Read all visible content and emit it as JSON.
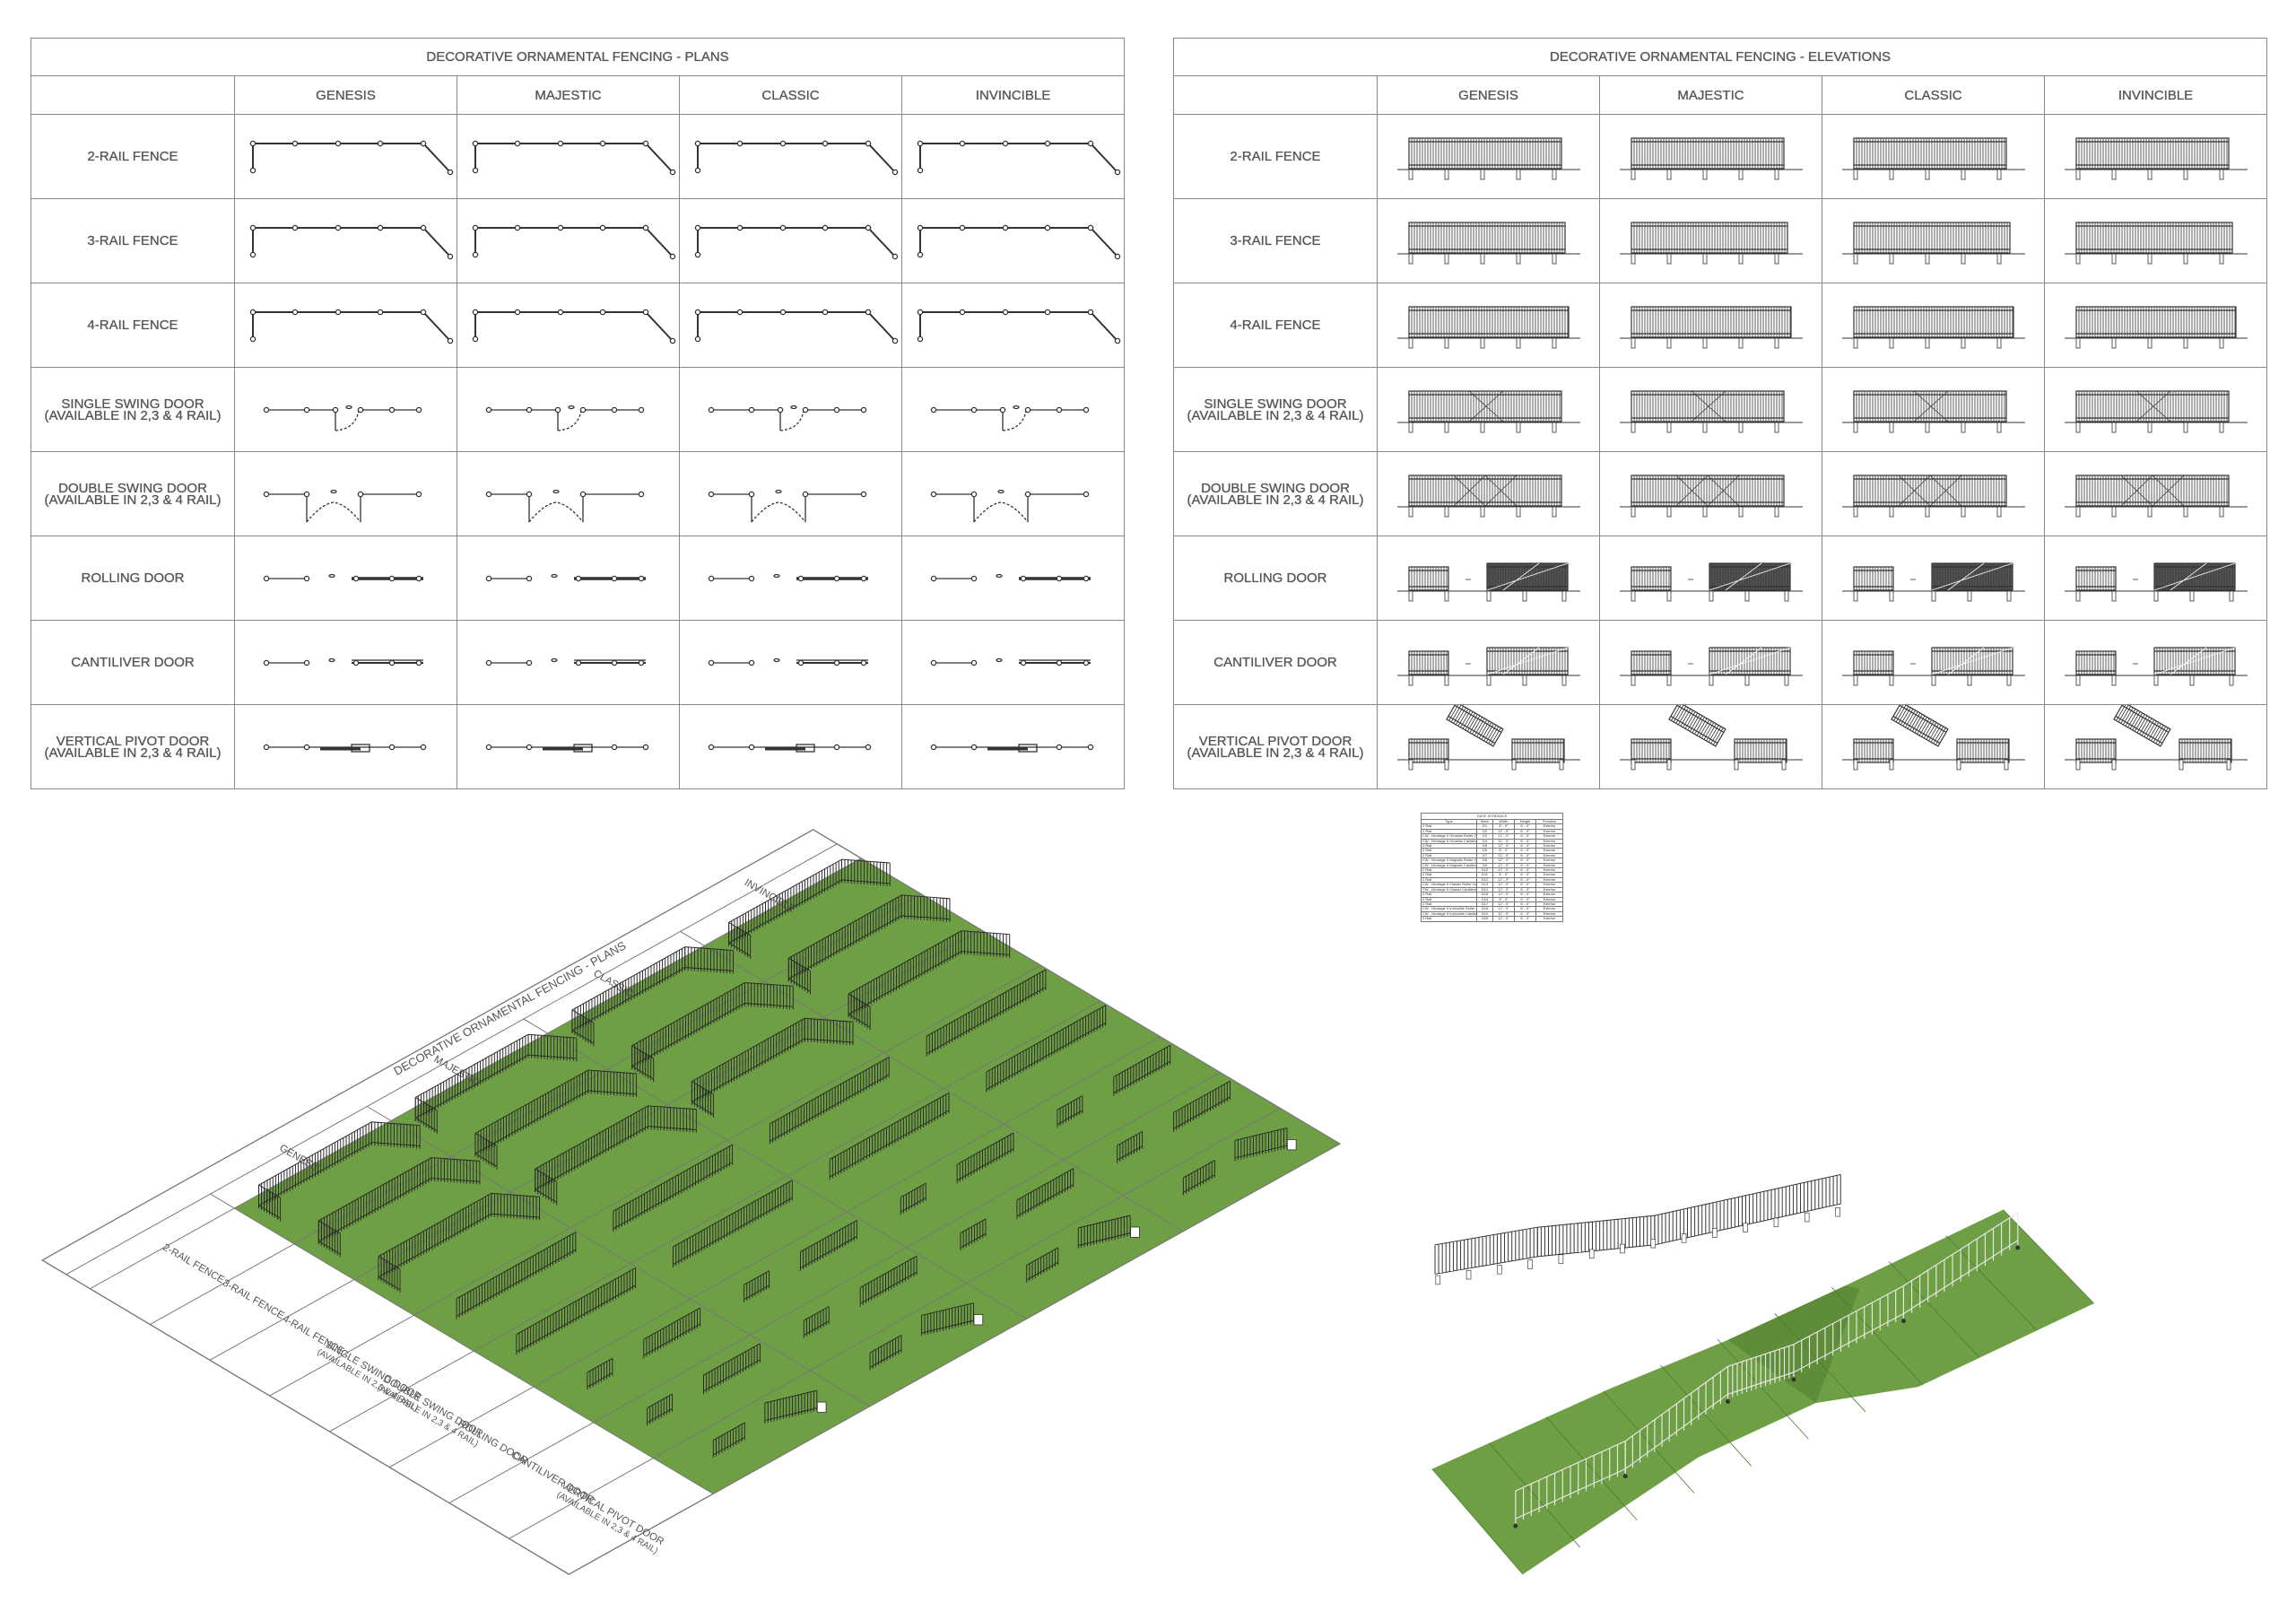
{
  "plans": {
    "title": "DECORATIVE ORNAMENTAL FENCING - PLANS",
    "columns": [
      "GENESIS",
      "MAJESTIC",
      "CLASSIC",
      "INVINCIBLE"
    ],
    "rows": [
      {
        "label": "2-RAIL FENCE",
        "sub": "",
        "type": "fence"
      },
      {
        "label": "3-RAIL FENCE",
        "sub": "",
        "type": "fence"
      },
      {
        "label": "4-RAIL FENCE",
        "sub": "",
        "type": "fence"
      },
      {
        "label": "SINGLE SWING DOOR",
        "sub": "(AVAILABLE IN 2,3 & 4 RAIL)",
        "type": "single"
      },
      {
        "label": "DOUBLE SWING DOOR",
        "sub": "(AVAILABLE IN 2,3 & 4 RAIL)",
        "type": "double"
      },
      {
        "label": "ROLLING DOOR",
        "sub": "",
        "type": "rolling"
      },
      {
        "label": "CANTILIVER DOOR",
        "sub": "",
        "type": "cantilever"
      },
      {
        "label": "VERTICAL PIVOT DOOR",
        "sub": "(AVAILABLE IN 2,3 & 4 RAIL)",
        "type": "pivot"
      }
    ]
  },
  "elevations": {
    "title": "DECORATIVE ORNAMENTAL FENCING - ELEVATIONS",
    "columns": [
      "GENESIS",
      "MAJESTIC",
      "CLASSIC",
      "INVINCIBLE"
    ],
    "rows": [
      {
        "label": "2-RAIL FENCE",
        "sub": "",
        "type": "fence"
      },
      {
        "label": "3-RAIL FENCE",
        "sub": "",
        "type": "fence"
      },
      {
        "label": "4-RAIL FENCE",
        "sub": "",
        "type": "fence"
      },
      {
        "label": "SINGLE SWING DOOR",
        "sub": "(AVAILABLE IN 2,3 & 4 RAIL)",
        "type": "single"
      },
      {
        "label": "DOUBLE SWING DOOR",
        "sub": "(AVAILABLE IN 2,3 & 4 RAIL)",
        "type": "double"
      },
      {
        "label": "ROLLING DOOR",
        "sub": "",
        "type": "rolling"
      },
      {
        "label": "CANTILIVER DOOR",
        "sub": "",
        "type": "cantilever"
      },
      {
        "label": "VERTICAL PIVOT DOOR",
        "sub": "(AVAILABLE IN 2,3 & 4 RAIL)",
        "type": "pivot"
      }
    ]
  },
  "schedule": {
    "title": "GATE SCHEDULE",
    "headers": [
      "Type",
      "Mark",
      "Width",
      "Height",
      "Function"
    ],
    "rows": [
      [
        "2 Rail",
        "D1",
        "8' - 0\"",
        "6' - 0\"",
        "Exterior"
      ],
      [
        "2 Rail",
        "D2",
        "12' - 0\"",
        "6' - 0\"",
        "Exterior"
      ],
      [
        "CW - Montage II Genesis Roller Gate",
        "D3",
        "12' - 0\"",
        "6' - 0\"",
        "Exterior"
      ],
      [
        "CW - Montage II Genesis Cantilever Gate",
        "D4",
        "12' - 0\"",
        "6' - 0\"",
        "Exterior"
      ],
      [
        "2 Rail",
        "D5",
        "12' - 0\"",
        "6' - 0\"",
        "Exterior"
      ],
      [
        "2 Rail",
        "D6",
        "8' - 0\"",
        "6' - 0\"",
        "Exterior"
      ],
      [
        "2 Rail",
        "D7",
        "12' - 0\"",
        "6' - 0\"",
        "Exterior"
      ],
      [
        "CW - Montage II Majestic Roller Gate",
        "D8",
        "12' - 0\"",
        "6' - 0\"",
        "Exterior"
      ],
      [
        "CW - Montage II Majestic Cantilever Gate",
        "D9",
        "12' - 0\"",
        "6' - 0\"",
        "Exterior"
      ],
      [
        "2 Rail",
        "D10",
        "12' - 0\"",
        "6' - 0\"",
        "Exterior"
      ],
      [
        "2 Rail",
        "D11",
        "8' - 0\"",
        "6' - 0\"",
        "Exterior"
      ],
      [
        "2 Rail",
        "D12",
        "12' - 0\"",
        "6' - 0\"",
        "Exterior"
      ],
      [
        "CW - Montage II Classic Roller Gate",
        "D13",
        "12' - 0\"",
        "6' - 0\"",
        "Exterior"
      ],
      [
        "CW - Montage II Classic Cantilever Gate",
        "D14",
        "12' - 0\"",
        "6' - 0\"",
        "Exterior"
      ],
      [
        "2 Rail",
        "D15",
        "12' - 0\"",
        "6' - 0\"",
        "Exterior"
      ],
      [
        "2 Rail",
        "D16",
        "8' - 0\"",
        "6' - 0\"",
        "Exterior"
      ],
      [
        "2 Rail",
        "D17",
        "12' - 0\"",
        "6' - 0\"",
        "Exterior"
      ],
      [
        "CW - Montage II Invincible Roller Gate",
        "D18",
        "12' - 0\"",
        "6' - 0\"",
        "Exterior"
      ],
      [
        "CW - Montage II Invincible Cantilever Gate",
        "D19",
        "12' - 0\"",
        "6' - 0\"",
        "Exterior"
      ],
      [
        "2 Rail",
        "D20",
        "12' - 0\"",
        "6' - 0\"",
        "Exterior"
      ]
    ]
  },
  "colors": {
    "grass": "#6f9f45",
    "grass_dark": "#5e8c38",
    "line": "#888888",
    "ink": "#333333"
  }
}
